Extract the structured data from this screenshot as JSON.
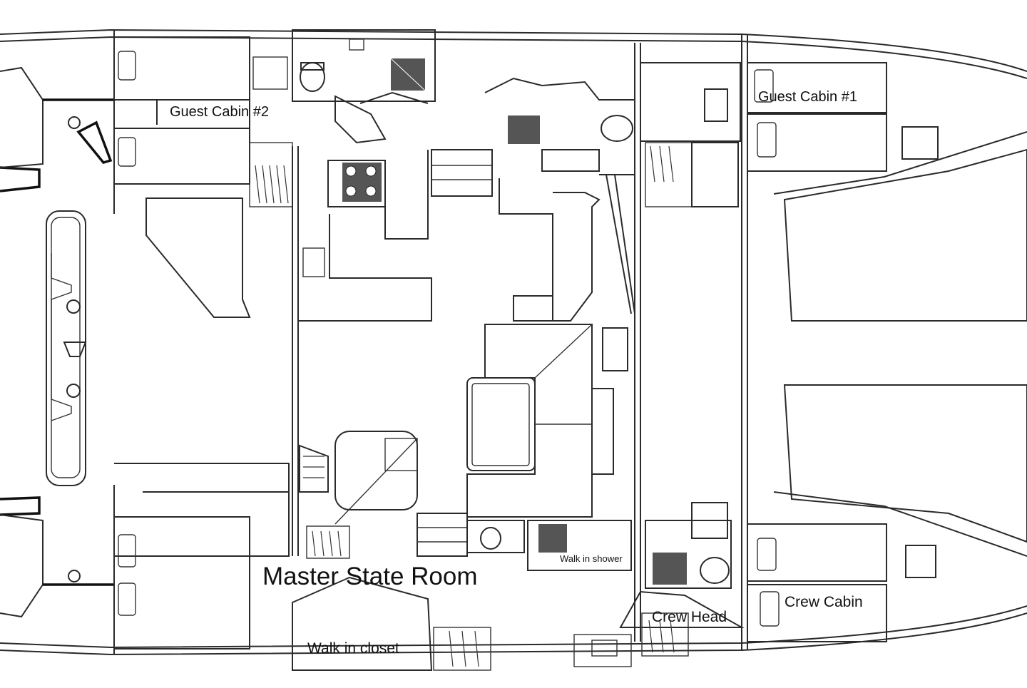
{
  "labels": {
    "guest_cabin_2": "Guest Cabin #2",
    "guest_cabin_1": "Guest Cabin #1",
    "master_state_room": "Master State Room",
    "walk_in_shower": "Walk in shower",
    "crew_head": "Crew Head",
    "crew_cabin": "Crew Cabin",
    "walk_in_closet": "Walk in closet"
  },
  "colors": {
    "background": "#ffffff",
    "line": "#2a2a2a",
    "text": "#111111"
  }
}
